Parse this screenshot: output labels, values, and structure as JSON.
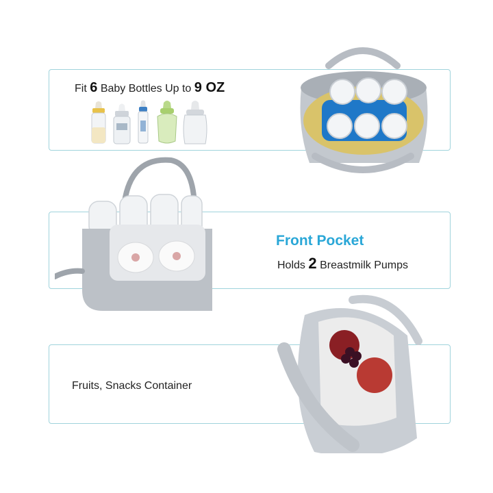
{
  "panels": {
    "bottles": {
      "text_prefix": "Fit",
      "count": "6",
      "text_middle": "Baby Bottles Up to",
      "capacity": "9 OZ"
    },
    "front_pocket": {
      "title": "Front Pocket",
      "text_prefix": "Holds",
      "count": "2",
      "text_suffix": "Breastmilk Pumps"
    },
    "fruits": {
      "text": "Fruits, Snacks Container"
    }
  },
  "colors": {
    "panel_border": "#9fd3dc",
    "accent_blue": "#2aa7d7",
    "bag_gray": "#b7bcc3"
  }
}
